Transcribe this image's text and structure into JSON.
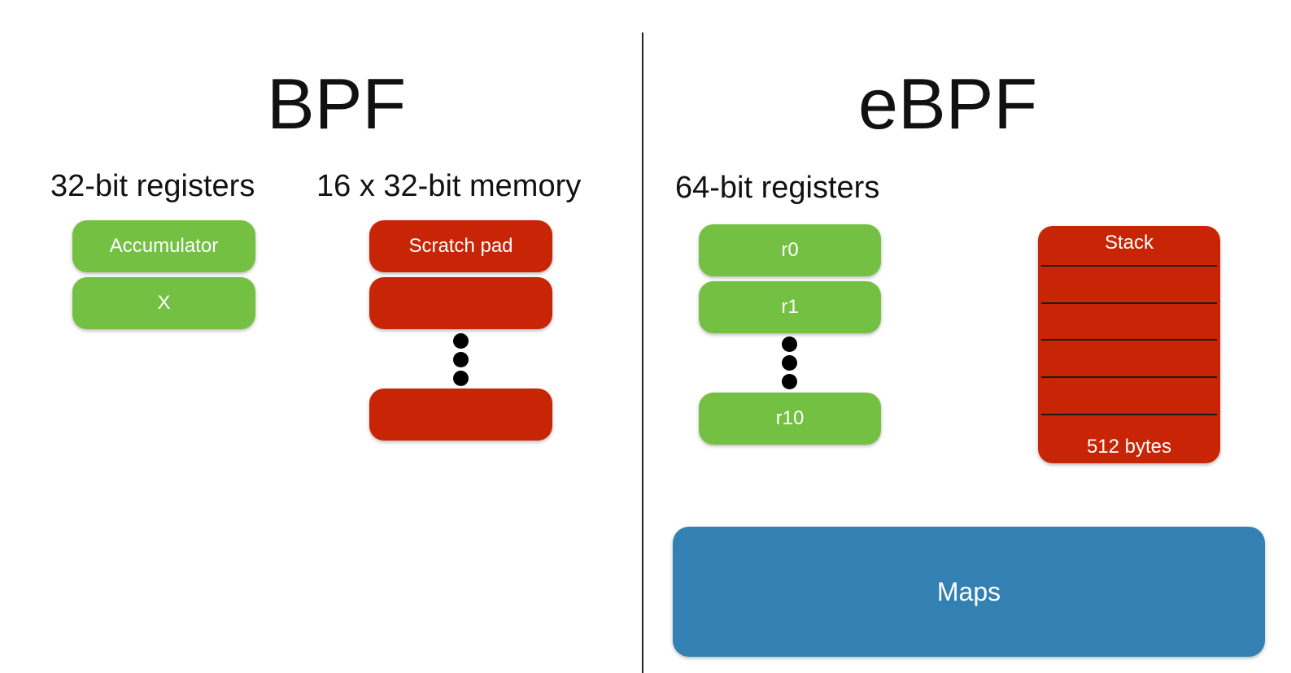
{
  "bpf": {
    "title": "BPF",
    "registers_heading": "32-bit registers",
    "memory_heading": "16 x 32-bit memory",
    "registers": [
      "Accumulator",
      "X"
    ],
    "memory": [
      "Scratch pad",
      "",
      ""
    ]
  },
  "ebpf": {
    "title": "eBPF",
    "registers_heading": "64-bit registers",
    "registers": [
      "r0",
      "r1",
      "r10"
    ],
    "stack": {
      "label": "Stack",
      "size": "512 bytes"
    },
    "maps": "Maps"
  },
  "colors": {
    "register": "#74c043",
    "memory": "#c72506",
    "maps": "#3380b3",
    "divider": "#222222"
  }
}
